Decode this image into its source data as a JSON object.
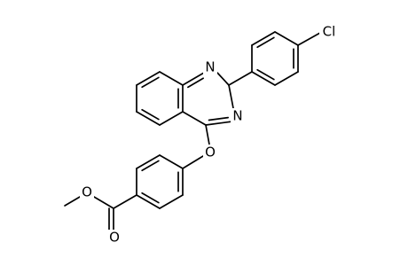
{
  "molecule": {
    "atoms": {
      "n1": {
        "label": "N"
      },
      "n3": {
        "label": "N"
      },
      "o_ether": {
        "label": "O"
      },
      "cl": {
        "label": "Cl"
      },
      "o_carbonyl": {
        "label": "O"
      },
      "o_ester": {
        "label": "O"
      }
    },
    "colors": {
      "bond": "#000000",
      "text": "#000000",
      "background": "#ffffff"
    }
  }
}
